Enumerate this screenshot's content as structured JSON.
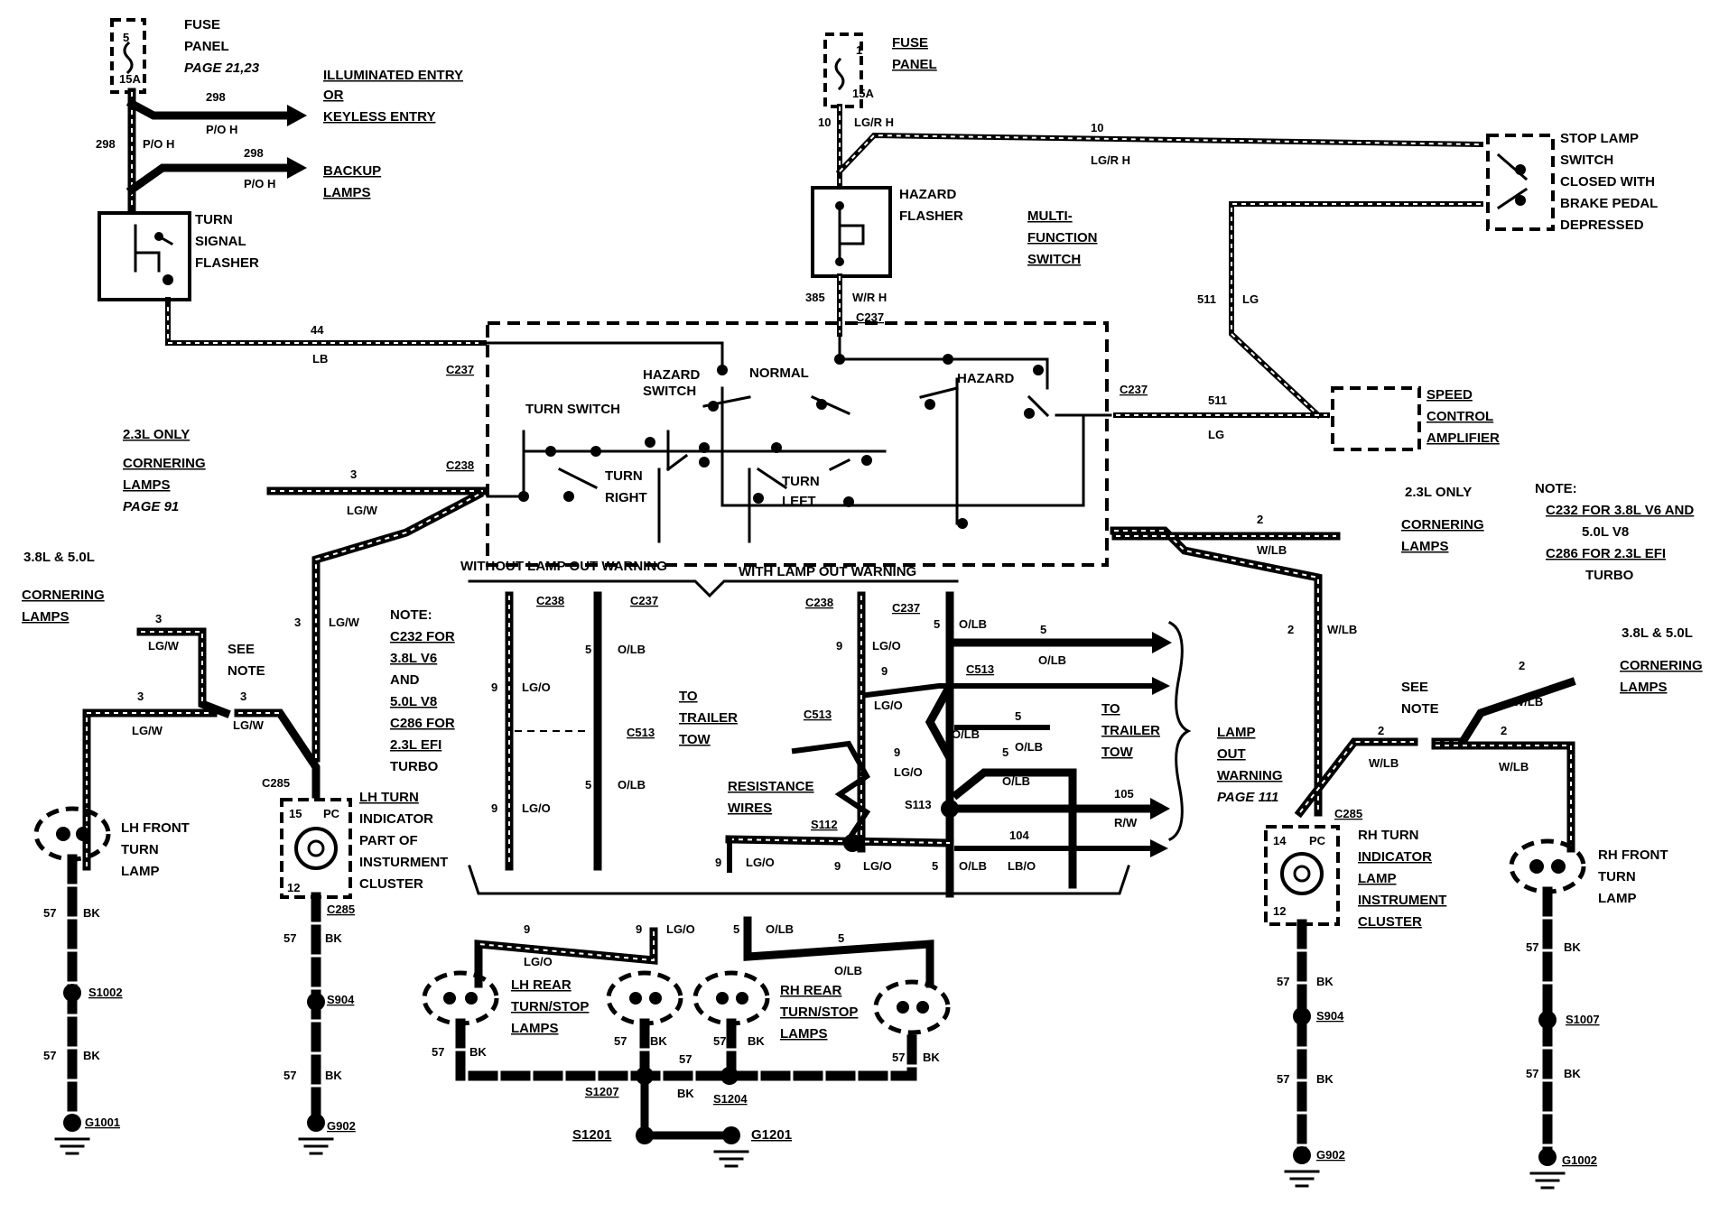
{
  "components": {
    "fuse_lh": {
      "number": "5",
      "rating": "15A",
      "title_1": "FUSE",
      "title_2": "PANEL",
      "page": "PAGE 21,23"
    },
    "fuse_rh": {
      "number": "1",
      "rating": "15A",
      "title_1": "FUSE",
      "title_2": "PANEL"
    },
    "turn_flasher": {
      "line_1": "TURN",
      "line_2": "SIGNAL",
      "line_3": "FLASHER"
    },
    "hazard_flasher": {
      "line_1": "HAZARD",
      "line_2": "FLASHER"
    },
    "multi_function": {
      "line_1": "MULTI-",
      "line_2": "FUNCTION",
      "line_3": "SWITCH"
    },
    "stop_lamp_switch": {
      "line_1": "STOP LAMP",
      "line_2": "SWITCH",
      "line_3": "CLOSED WITH",
      "line_4": "BRAKE PEDAL",
      "line_5": "DEPRESSED"
    },
    "speed_control": {
      "line_1": "SPEED",
      "line_2": "CONTROL",
      "line_3": "AMPLIFIER"
    },
    "illuminated": {
      "line_1": "ILLUMINATED ENTRY",
      "line_2": "OR",
      "line_3": "KEYLESS ENTRY"
    },
    "backup": {
      "line_1": "BACKUP",
      "line_2": "LAMPS"
    },
    "lh_front": {
      "line_1": "LH FRONT",
      "line_2": "TURN",
      "line_3": "LAMP"
    },
    "rh_front": {
      "line_1": "RH FRONT",
      "line_2": "TURN",
      "line_3": "LAMP"
    },
    "lh_indicator": {
      "line_1": "LH TURN",
      "line_2": "INDICATOR",
      "line_3": "PART OF",
      "line_4": "INSTURMENT",
      "line_5": "CLUSTER",
      "pin_a": "15",
      "pin_b": "12",
      "pc": "PC"
    },
    "rh_indicator": {
      "line_1": "RH TURN",
      "line_2": "INDICATOR",
      "line_3": "LAMP",
      "line_4": "INSTRUMENT",
      "line_5": "CLUSTER",
      "pin_a": "14",
      "pin_b": "12",
      "pc": "PC"
    },
    "lh_rear": {
      "line_1": "LH REAR",
      "line_2": "TURN/STOP",
      "line_3": "LAMPS"
    },
    "rh_rear": {
      "line_1": "RH REAR",
      "line_2": "TURN/STOP",
      "line_3": "LAMPS"
    }
  },
  "switch_labels": {
    "hazard_switch_1": "HAZARD",
    "hazard_switch_2": "SWITCH",
    "normal": "NORMAL",
    "hazard": "HAZARD",
    "turn_switch": "TURN SWITCH",
    "turn": "TURN",
    "right": "RIGHT",
    "left": "LEFT",
    "without_warning": "WITHOUT LAMP OUT WARNING",
    "with_warning": "WITH LAMP OUT WARNING"
  },
  "cornering": {
    "lh_23_1": "2.3L ONLY",
    "lh_23_2": "CORNERING",
    "lh_23_3": "LAMPS",
    "lh_23_page": "PAGE 91",
    "lh_38_1": "3.8L & 5.0L",
    "lh_38_2": "CORNERING",
    "lh_38_3": "LAMPS",
    "rh_23_1": "2.3L ONLY",
    "rh_23_2": "CORNERING",
    "rh_23_3": "LAMPS",
    "rh_38_1": "3.8L & 5.0L",
    "rh_38_2": "CORNERING",
    "rh_38_3": "LAMPS"
  },
  "notes": {
    "see_note_1": "SEE",
    "see_note_2": "NOTE",
    "lh_1": "NOTE:",
    "lh_2": "C232 FOR",
    "lh_3": "3.8L V6",
    "lh_4": "AND",
    "lh_5": "5.0L V8",
    "lh_6": "C286 FOR",
    "lh_7": "2.3L EFI",
    "lh_8": "TURBO",
    "rh_1": "NOTE:",
    "rh_2": "C232 FOR 3.8L V6 AND",
    "rh_3": "5.0L V8",
    "rh_4": "C286 FOR 2.3L EFI",
    "rh_5": "TURBO",
    "trailer_1": "TO",
    "trailer_2": "TRAILER",
    "trailer_3": "TOW",
    "resistance_1": "RESISTANCE",
    "resistance_2": "WIRES",
    "lamp_out_1": "LAMP",
    "lamp_out_2": "OUT",
    "lamp_out_3": "WARNING",
    "lamp_out_page": "PAGE 111"
  },
  "connectors": {
    "c237": "C237",
    "c238": "C238",
    "c513": "C513",
    "c285": "C285",
    "s112": "S112",
    "s113": "S113",
    "s1002": "S1002",
    "s904": "S904",
    "s1007": "S1007",
    "s1207": "S1207",
    "s1204": "S1204",
    "s1201": "S1201",
    "g1001": "G1001",
    "g902": "G902",
    "g1002": "G1002",
    "g1201": "G1201"
  },
  "circuits": {
    "c298": "298",
    "c10": "10",
    "c44": "44",
    "c385": "385",
    "c511": "511",
    "c3": "3",
    "c2": "2",
    "c57": "57",
    "c9": "9",
    "c5": "5",
    "c105": "105",
    "c104": "104",
    "poh": "P/O H",
    "lgrh": "LG/R H",
    "lb": "LB",
    "wrh": "W/R H",
    "lg": "LG",
    "lgw": "LG/W",
    "wlb": "W/LB",
    "bk": "BK",
    "lgo": "LG/O",
    "olb": "O/LB",
    "rw": "R/W",
    "lbo": "LB/O"
  },
  "colors": {
    "ink": "#000000",
    "paper": "#ffffff"
  }
}
